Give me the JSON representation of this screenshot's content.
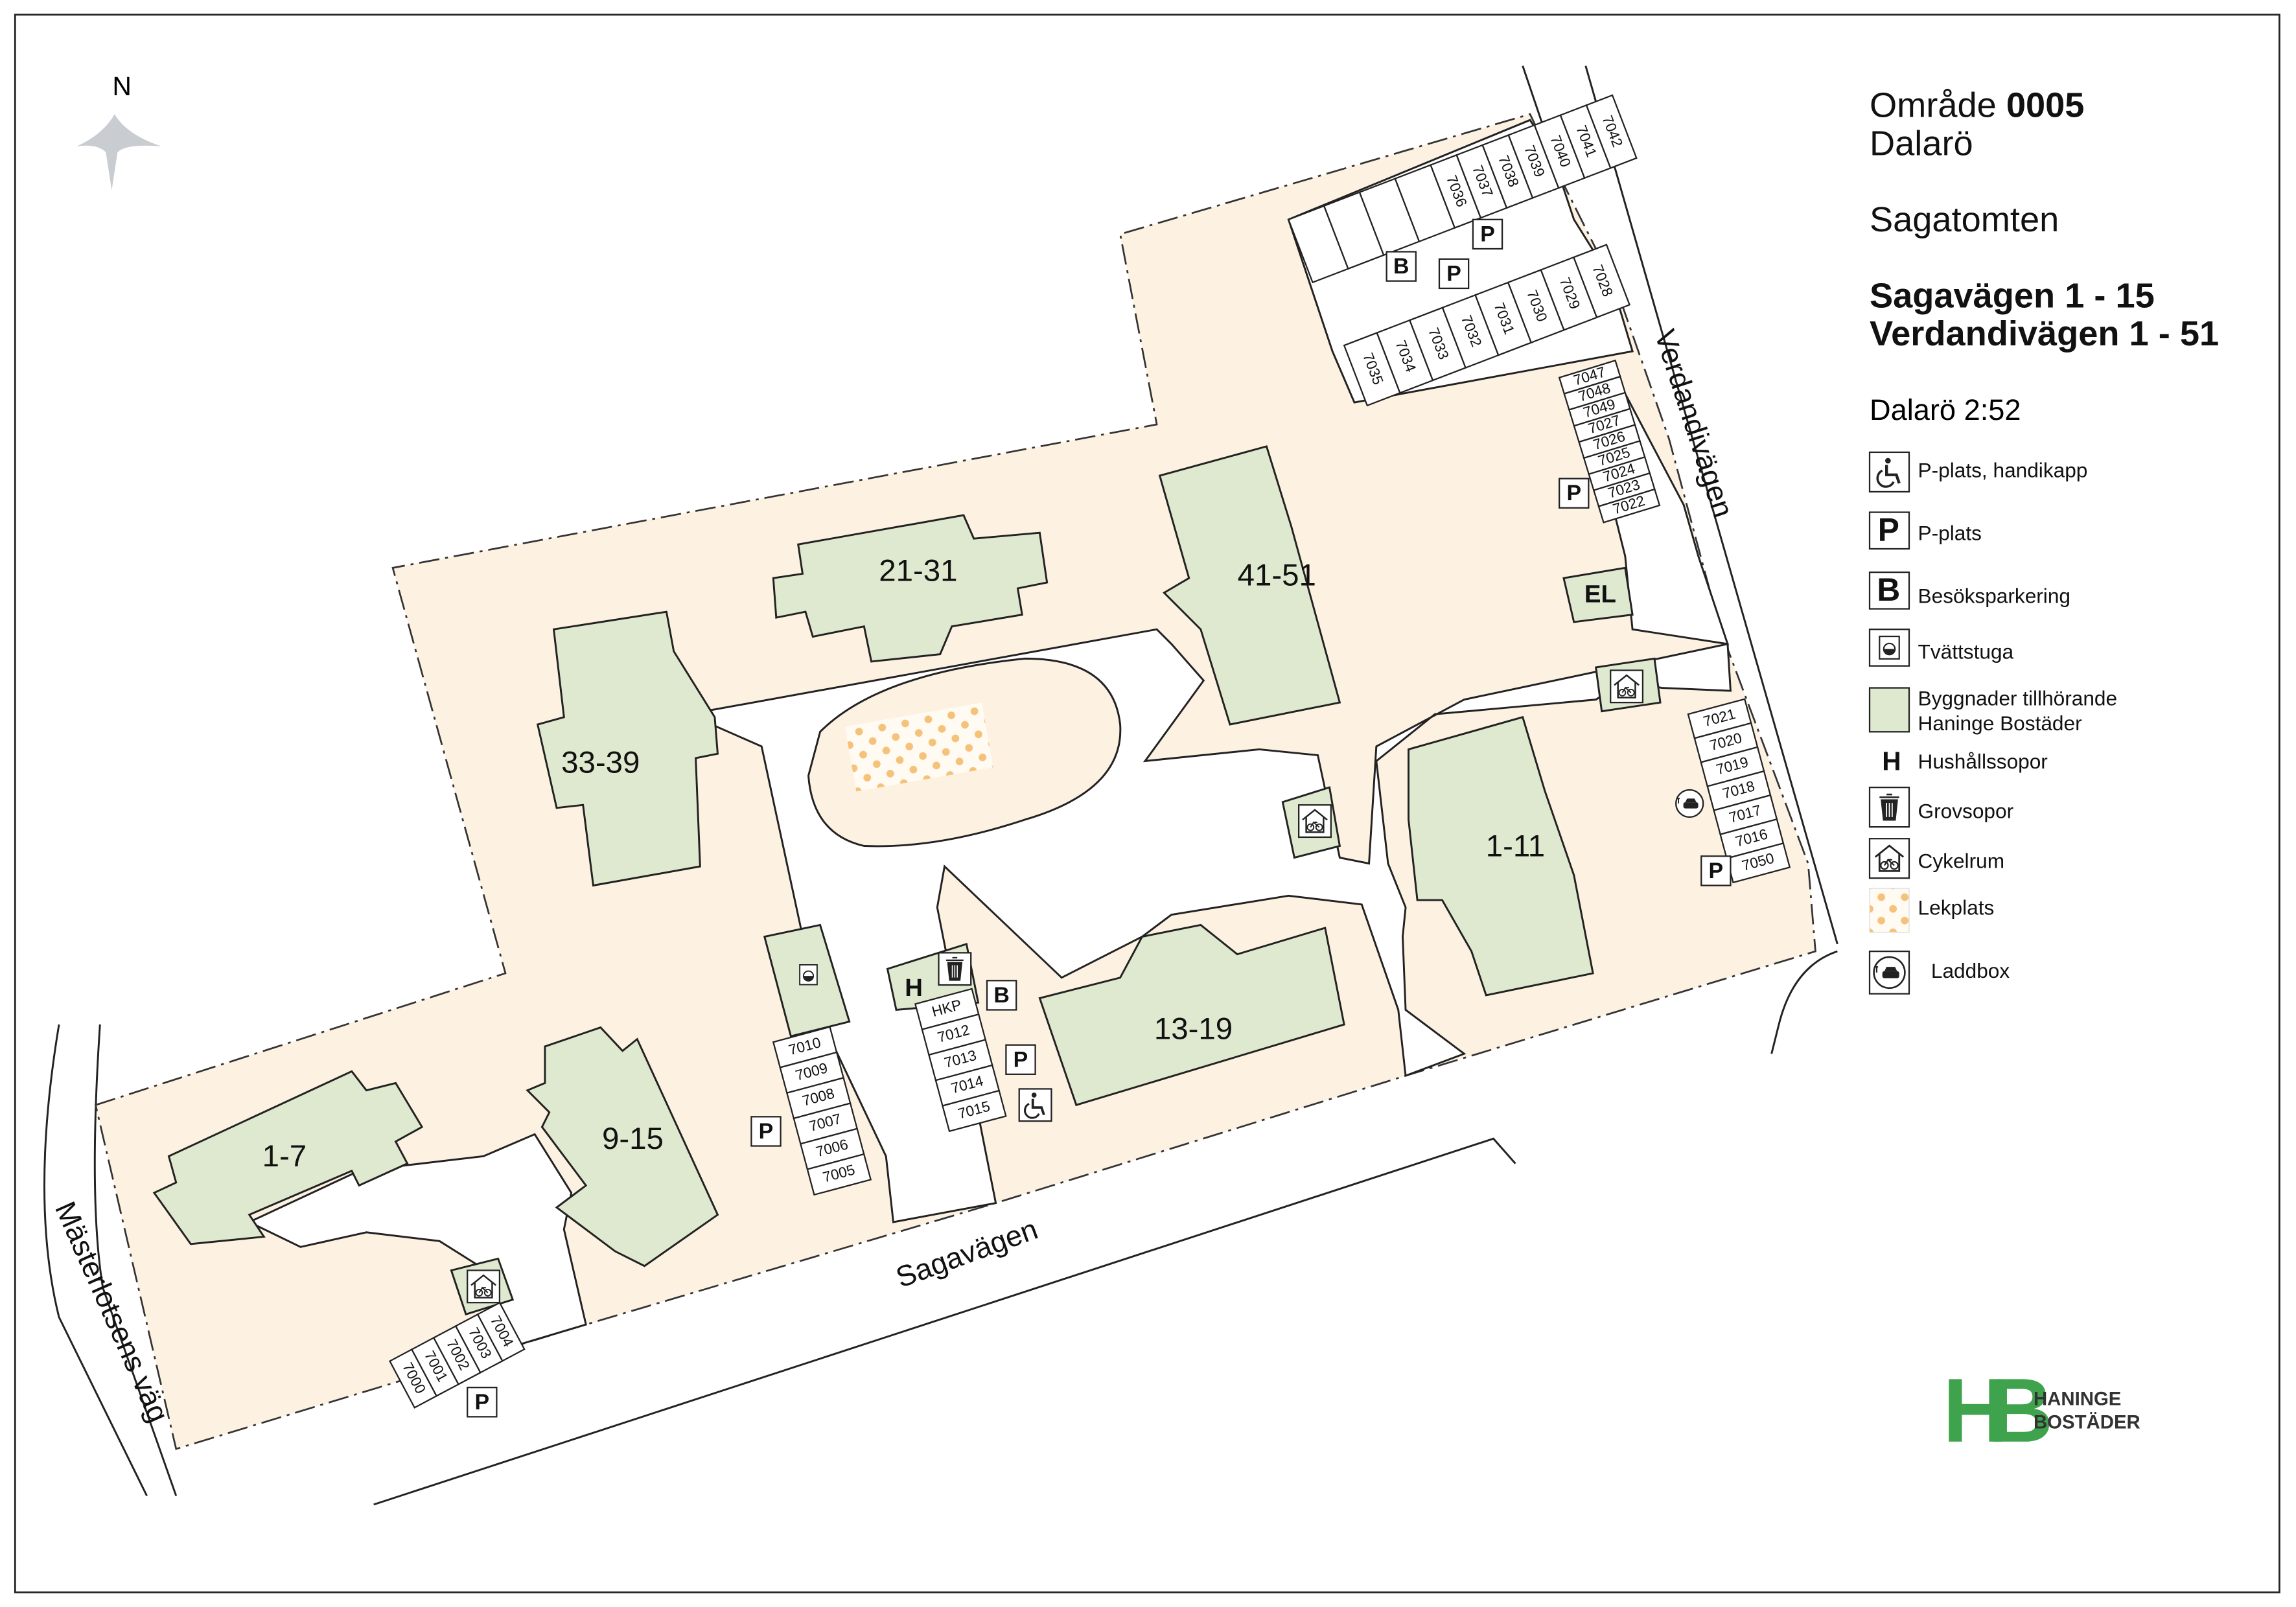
{
  "title": {
    "area_prefix": "Område",
    "area_code": "0005",
    "locality": "Dalarö",
    "estate": "Sagatomten",
    "address_1": "Sagavägen 1 - 15",
    "address_2": "Verdandivägen 1 - 51",
    "property": "Dalarö 2:52"
  },
  "north_label": "N",
  "legend": [
    {
      "icon": "wheelchair-icon",
      "label": "P-plats, handikapp"
    },
    {
      "icon": "parking-icon",
      "label": "P-plats"
    },
    {
      "icon": "visitor-parking-icon",
      "label": "Besöksparkering"
    },
    {
      "icon": "washing-machine-icon",
      "label": "Tvättstuga"
    },
    {
      "icon": "building-swatch",
      "label": "Byggnader tillhörande",
      "label_2": "Haninge Bostäder"
    },
    {
      "icon": "household-waste-icon",
      "label": "Hushållssopor"
    },
    {
      "icon": "trash-icon",
      "label": "Grovsopor"
    },
    {
      "icon": "bicycle-room-icon",
      "label": "Cykelrum"
    },
    {
      "icon": "playground-swatch",
      "label": "Lekplats"
    },
    {
      "icon": "ev-charger-icon",
      "label": "Laddbox"
    }
  ],
  "buildings": {
    "b1_7": "1-7",
    "b9_15": "9-15",
    "b33_39": "33-39",
    "b21_31": "21-31",
    "b41_51": "41-51",
    "b13_19": "13-19",
    "b1_11": "1-11"
  },
  "streets": {
    "sagavagen": "Sagavägen",
    "verdandivagen": "Verdandivägen",
    "masterlotsens": "Mästerlotsens väg"
  },
  "markers": {
    "P": "P",
    "B": "B",
    "H": "H",
    "EL": "EL"
  },
  "parking_groups": {
    "north_top": [
      "",
      "",
      "",
      "",
      "7036",
      "7037",
      "7038",
      "7039",
      "7040",
      "7041",
      "7042"
    ],
    "north_bottom": [
      "7035",
      "7034",
      "7033",
      "7032",
      "7031",
      "7030",
      "7029",
      "7028"
    ],
    "east_column": [
      "7047",
      "7048",
      "7049",
      "7027",
      "7026",
      "7025",
      "7024",
      "7023",
      "7022"
    ],
    "southeast_column": [
      "7021",
      "7020",
      "7019",
      "7018",
      "7017",
      "7016",
      "7050"
    ],
    "central_west": [
      "7010",
      "7009",
      "7008",
      "7007",
      "7006",
      "7005"
    ],
    "central_east": [
      "HKP",
      "7012",
      "7013",
      "7014",
      "7015"
    ],
    "southwest": [
      "7000",
      "7001",
      "7002",
      "7003",
      "7004"
    ]
  },
  "logo": {
    "mark": "HB",
    "line_1": "HANINGE",
    "line_2": "BOSTÄDER"
  },
  "colors": {
    "site": "#fdf1e1",
    "building": "#dfe9cf",
    "playground_dots": "#f5c27a",
    "logo_green": "#3fa34d"
  }
}
